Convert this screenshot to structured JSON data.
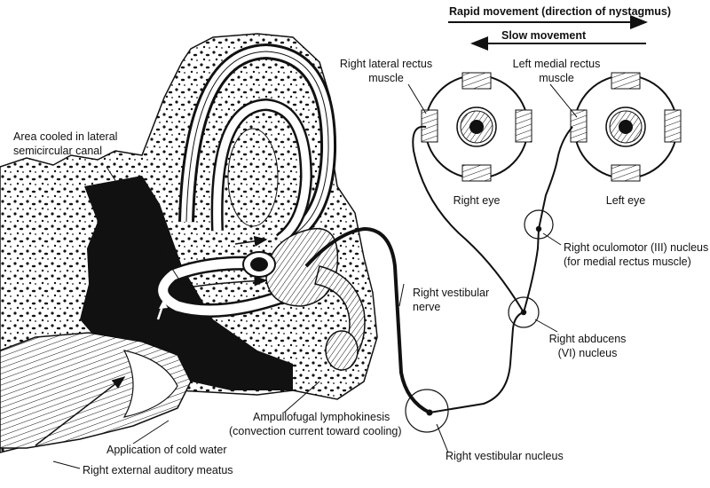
{
  "arrows": {
    "rapid": "Rapid movement (direction of nystagmus)",
    "slow": "Slow movement"
  },
  "labels": {
    "area_cooled": [
      "Area cooled in lateral",
      "semicircular canal"
    ],
    "right_lateral_rectus": [
      "Right lateral rectus",
      "muscle"
    ],
    "left_medial_rectus": [
      "Left medial rectus",
      "muscle"
    ],
    "right_eye": "Right eye",
    "left_eye": "Left eye",
    "oculomotor": [
      "Right oculomotor (III) nucleus",
      "(for medial rectus muscle)"
    ],
    "vestibular_nerve": [
      "Right vestibular",
      "nerve"
    ],
    "abducens": [
      "Right abducens",
      "(VI) nucleus"
    ],
    "lymphokinesis": [
      "Ampullofugal lymphokinesis",
      "(convection current toward cooling)"
    ],
    "cold_water": "Application of cold water",
    "vestibular_nucleus": "Right vestibular nucleus",
    "auditory_meatus": "Right external auditory meatus"
  },
  "colors": {
    "ink": "#111111",
    "paper": "#ffffff"
  }
}
